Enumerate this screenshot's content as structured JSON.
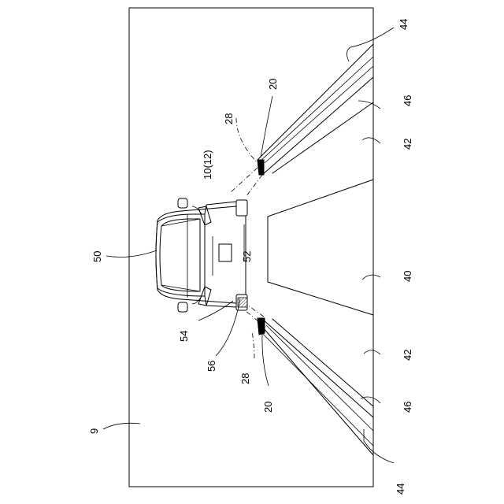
{
  "labels": {
    "scene": "9",
    "vehicle_system": "10(12)",
    "sensor_left": "20",
    "sensor_right": "20",
    "beam_left": "28",
    "beam_right": "28",
    "road": "40",
    "shoulder_upper": "42",
    "shoulder_lower": "42",
    "barrier_upper": "44",
    "barrier_lower": "44",
    "barrier_face_upper": "46",
    "barrier_face_lower": "46",
    "vehicle": "50",
    "license_plate": "52",
    "lamp": "54",
    "lamp_region": "56"
  },
  "colors": {
    "line": "#000000",
    "background": "#ffffff"
  }
}
